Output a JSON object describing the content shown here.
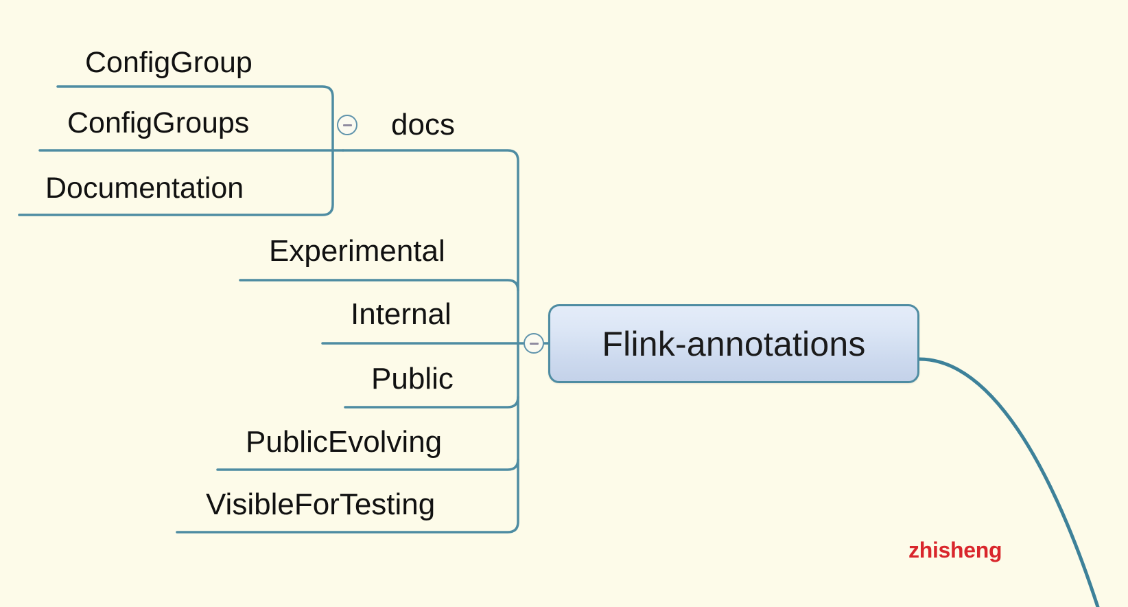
{
  "diagram": {
    "type": "mindmap",
    "title": "Flink-annotations",
    "background_color": "#fdfbe9",
    "line_color": "#4e8ca2",
    "center": {
      "label": "Flink-annotations",
      "collapse_icon": "minus-circle-icon",
      "fill_start": "#e4ecf9",
      "fill_end": "#c4d2e9",
      "border_color": "#4e8ca2"
    },
    "branches": [
      {
        "label": "docs",
        "level": 1,
        "collapse_icon": "minus-circle-icon",
        "expanded": true
      },
      {
        "label": "Experimental",
        "level": 1
      },
      {
        "label": "Internal",
        "level": 1
      },
      {
        "label": "Public",
        "level": 1
      },
      {
        "label": "PublicEvolving",
        "level": 1
      },
      {
        "label": "VisibleForTesting",
        "level": 1
      }
    ],
    "docs_children": [
      {
        "label": "ConfigGroup",
        "level": 2
      },
      {
        "label": "ConfigGroups",
        "level": 2
      },
      {
        "label": "Documentation",
        "level": 2
      }
    ],
    "watermark": "zhisheng",
    "watermark_color": "#d9262c"
  }
}
